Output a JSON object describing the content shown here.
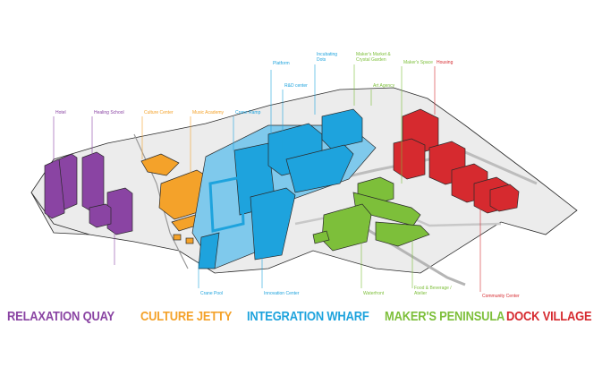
{
  "colors": {
    "relaxation": "#8a44a3",
    "culture": "#f4a22a",
    "integration": "#1ea3dd",
    "makers": "#7dbf3a",
    "dock": "#d62a2f",
    "ground": "#e9e9e9",
    "outline": "#2a2a2a"
  },
  "labels": {
    "hotel": "Hotel",
    "healing_school": "Healing School",
    "culture_center": "Culture Center",
    "music_academy": "Music Academy",
    "crane_ramp": "Crane Ramp",
    "platform": "Platform",
    "rd_center": "R&D center",
    "incubating_dots": "Incubating Dots",
    "makers_market": "Maker's Market & Crystal Garden",
    "art_agency": "Art Agency",
    "makers_space": "Maker's Space",
    "housing": "Housing",
    "crane_pool": "Crane Pool",
    "innovation_center": "Innovation Center",
    "waterfront": "Waterfront",
    "food_beverage": "Food & Beverage / Atelier",
    "community_center": "Community Center"
  },
  "zones": {
    "relaxation": "RELAXATION QUAY",
    "culture": "CULTURE JETTY",
    "integration": "INTEGRATION WHARF",
    "makers": "MAKER'S PENINSULA",
    "dock": "DOCK VILLAGE"
  }
}
